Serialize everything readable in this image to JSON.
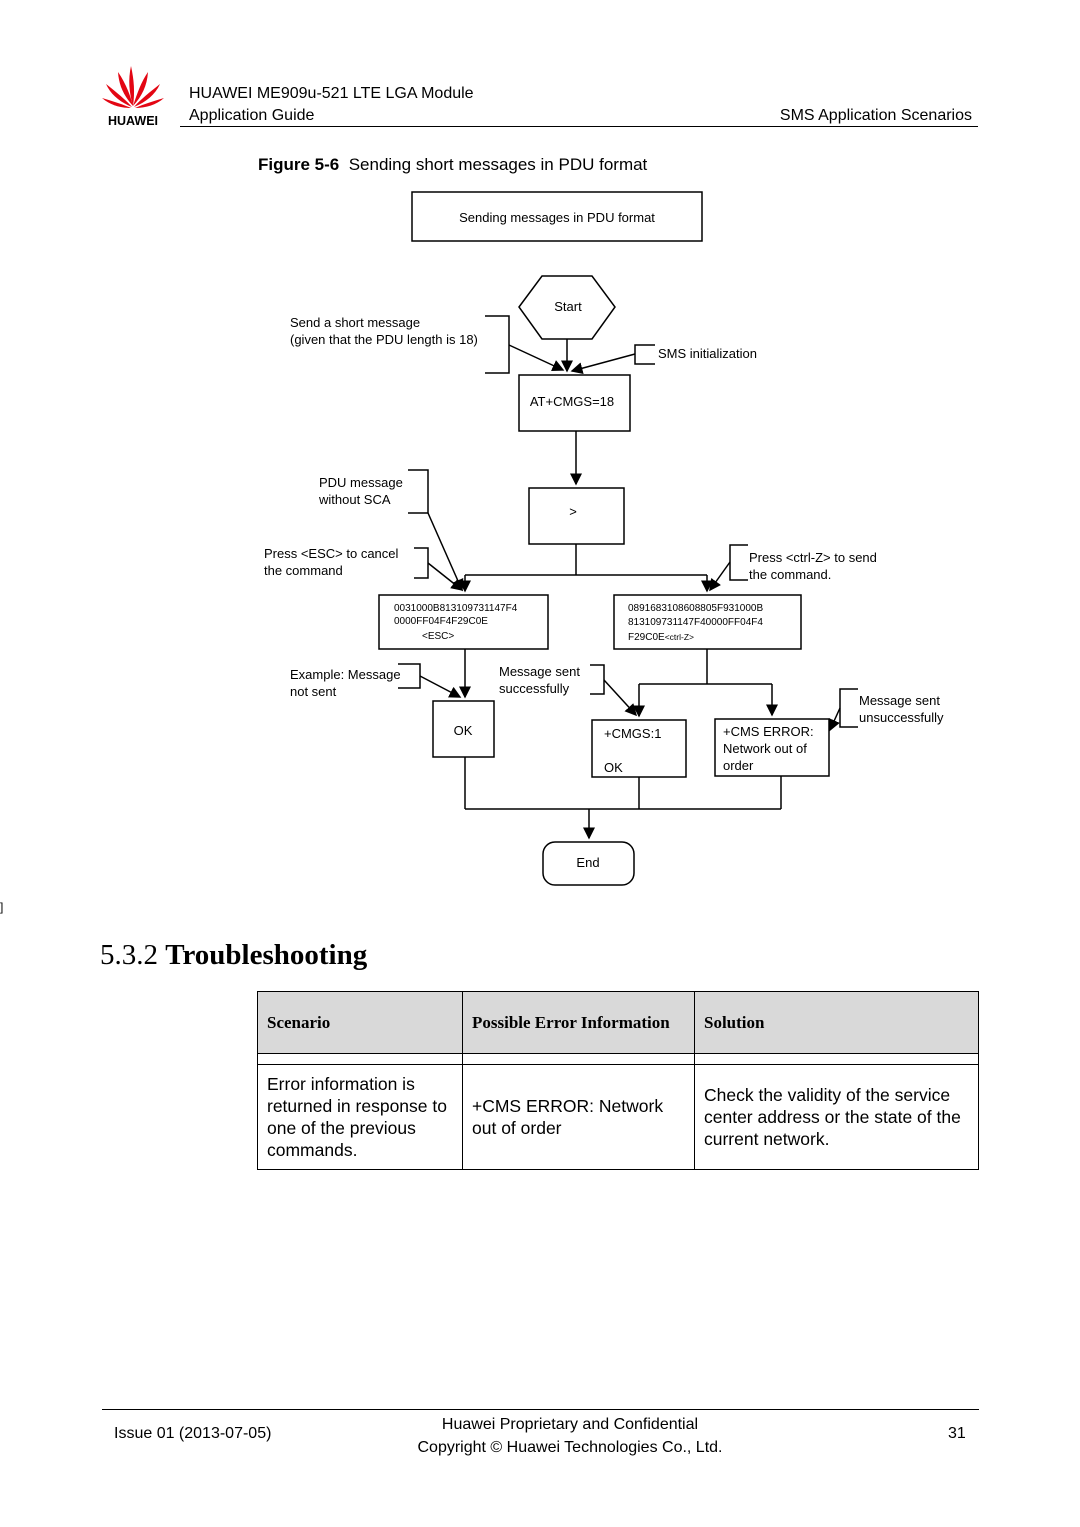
{
  "header": {
    "brand": "HUAWEI",
    "title_line1": "HUAWEI ME909u-521 LTE LGA Module",
    "title_line2": "Application Guide",
    "section": "SMS Application Scenarios"
  },
  "figure": {
    "label": "Figure 5-6",
    "caption": "Sending short messages in PDU format"
  },
  "flowchart": {
    "title": "Sending messages in PDU format",
    "start": "Start",
    "send_note_1": "Send a short message",
    "send_note_2": "(given that the PDU length is 18)",
    "sms_init": "SMS initialization",
    "at_cmd": "AT+CMGS=18",
    "pdu_note_1": "PDU message",
    "pdu_note_2": "without SCA",
    "prompt": ">",
    "esc_note_1": "Press <ESC> to cancel",
    "esc_note_2": "the command",
    "ctrlz_note_1": "Press <ctrl-Z> to send",
    "ctrlz_note_2": "the command.",
    "pdu_left_1": "0031000B813109731147F4",
    "pdu_left_2": "0000FF04F4F29C0E",
    "pdu_left_3": "<ESC>",
    "pdu_right_1": "0891683108608805F931000B",
    "pdu_right_2": "813109731147F40000FF04F4",
    "pdu_right_3a": "F29C0E",
    "pdu_right_3b": "<ctrl-Z>",
    "example_note_1": "Example: Message",
    "example_note_2": "not sent",
    "sent_ok_note_1": "Message sent",
    "sent_ok_note_2": "successfully",
    "sent_fail_note_1": "Message sent",
    "sent_fail_note_2": "unsuccessfully",
    "ok": "OK",
    "cmgs_1": "+CMGS:1",
    "cmgs_2": "OK",
    "cms_1": "+CMS ERROR:",
    "cms_2": "Network out of",
    "cms_3": "order",
    "end": "End"
  },
  "stray_mark": "]",
  "section": {
    "number": "5.3.2",
    "title": "Troubleshooting"
  },
  "table": {
    "headers": [
      "Scenario",
      "Possible Error Information",
      "Solution"
    ],
    "rows": [
      [
        "Error information is returned in response to one of the previous commands.",
        "+CMS ERROR: Network out of order",
        "Check the validity of the service center address or the state of the current network."
      ]
    ]
  },
  "footer": {
    "issue": "Issue 01 (2013-07-05)",
    "line1": "Huawei Proprietary and Confidential",
    "line2": "Copyright © Huawei Technologies Co., Ltd.",
    "page": "31"
  }
}
